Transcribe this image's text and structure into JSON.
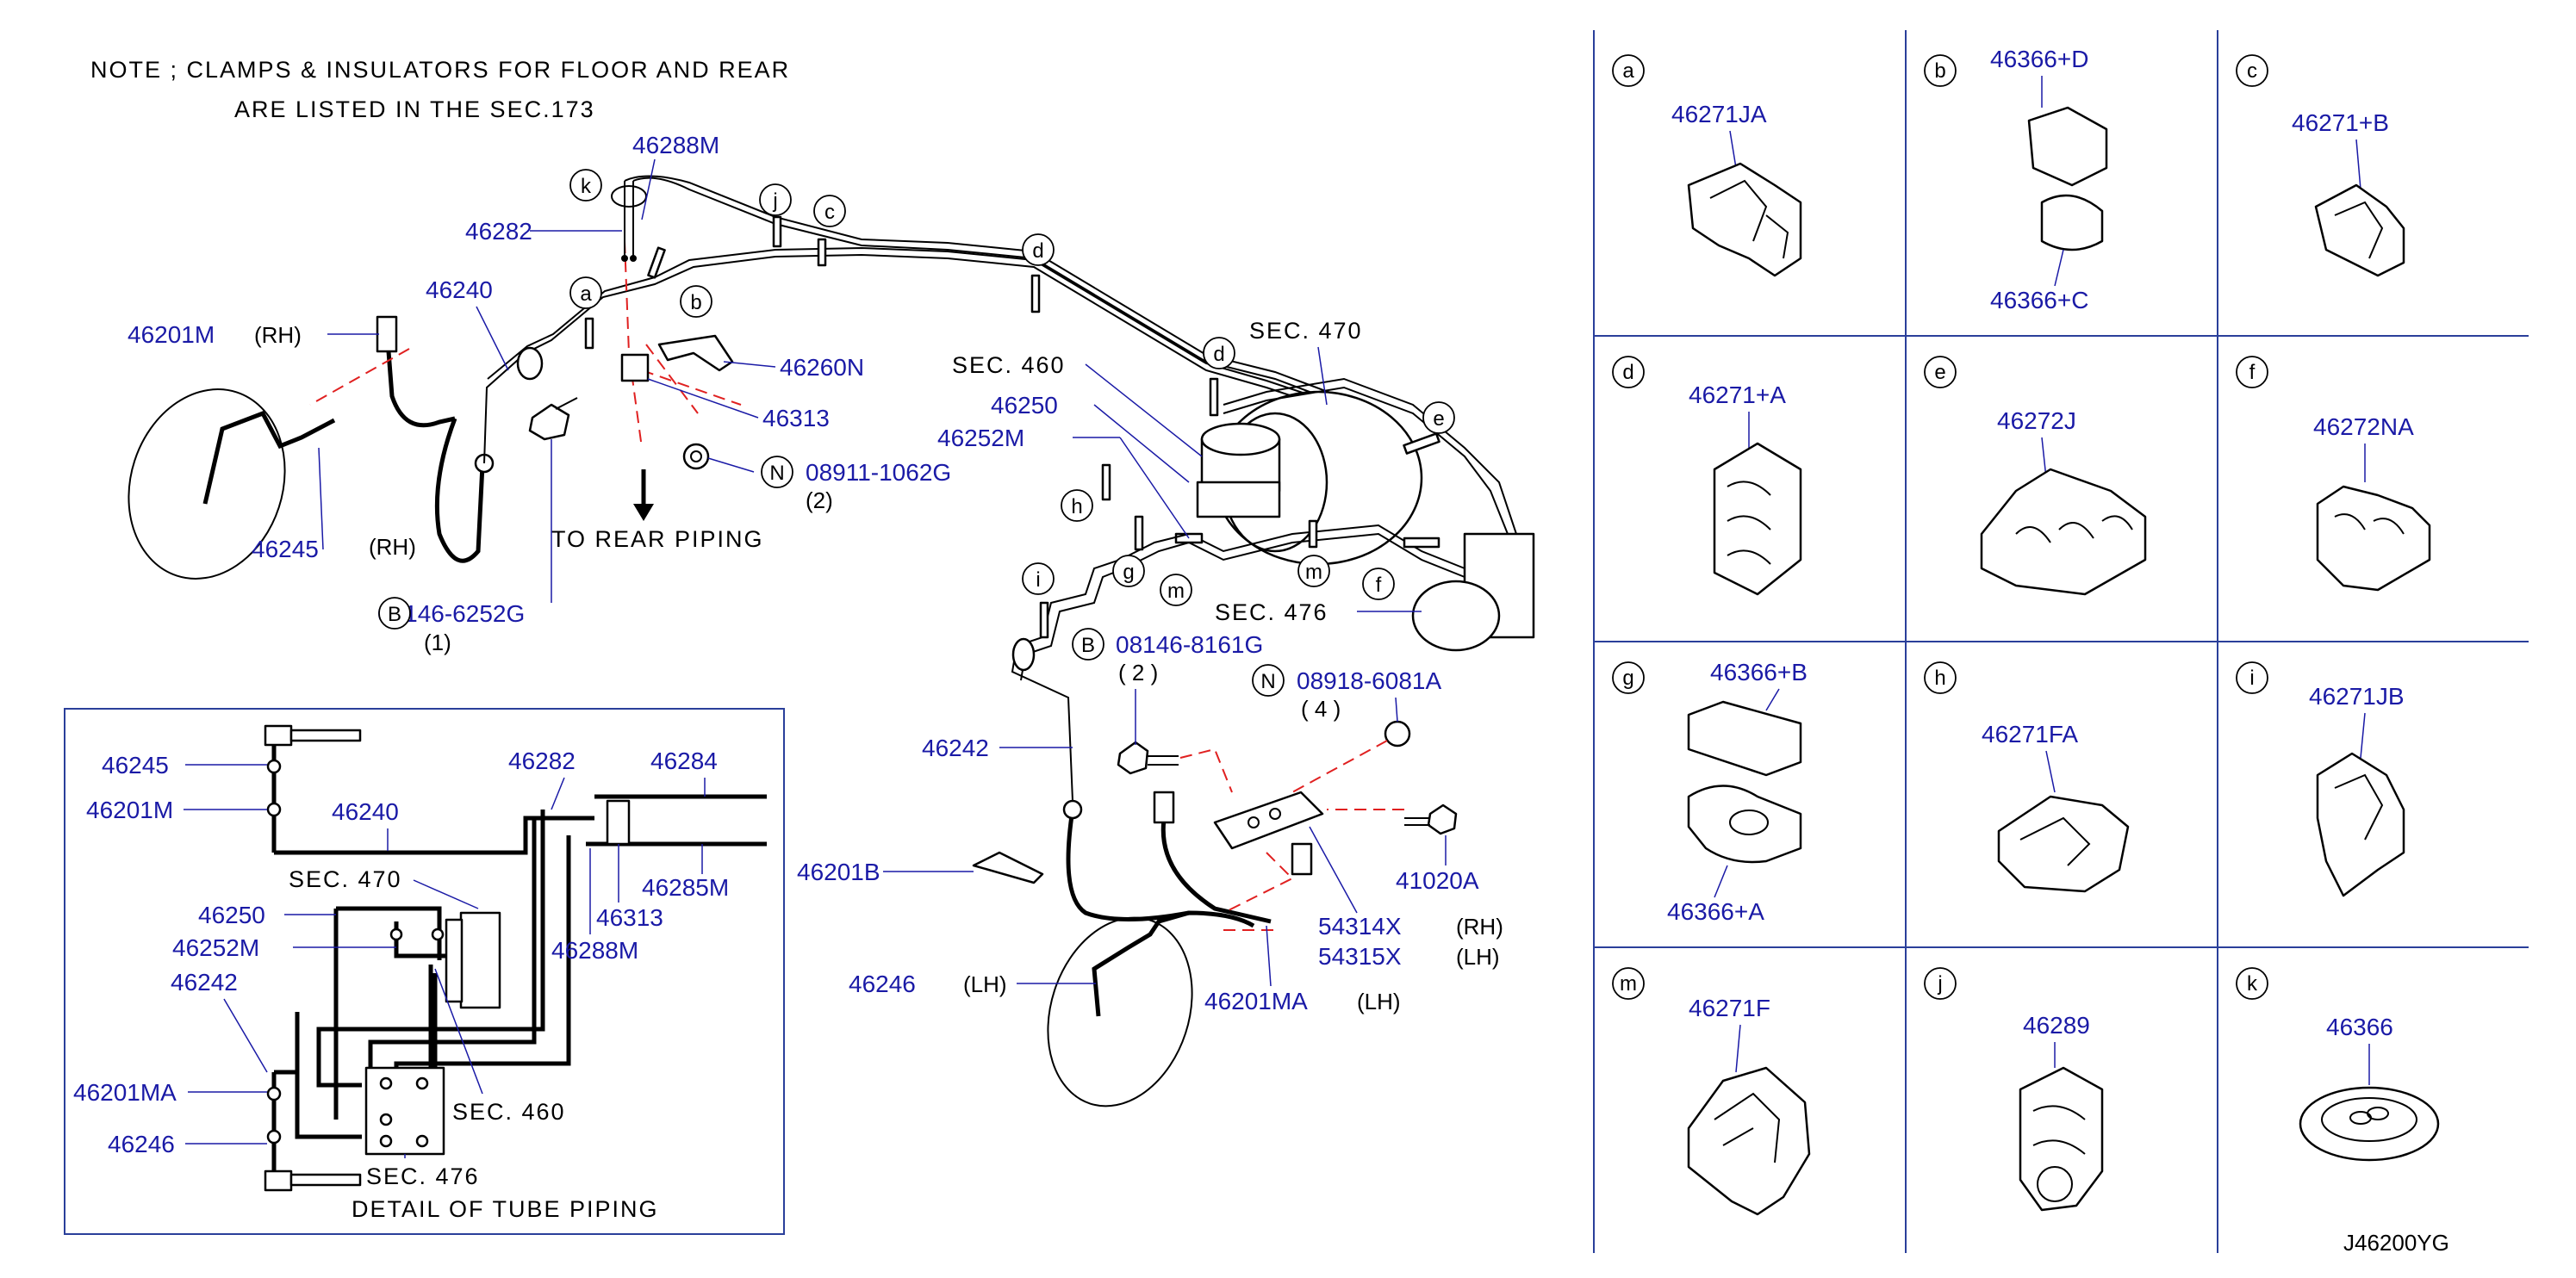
{
  "note": {
    "line1": "NOTE ; CLAMPS & INSULATORS FOR FLOOR AND REAR",
    "line2": "ARE LISTED IN THE SEC.173"
  },
  "main_labels": {
    "p46288M": "46288M",
    "p46282": "46282",
    "p46240": "46240",
    "p46201M": "46201M",
    "rh1": "(RH)",
    "p46260N": "46260N",
    "p46313": "46313",
    "n08911": "08911-1062G",
    "qty2a": "(2)",
    "p46245": "46245",
    "rh2": "(RH)",
    "to_rear": "TO REAR PIPING",
    "b08146_6252": "08146-6252G",
    "qty1": "(1)",
    "sec470": "SEC. 470",
    "sec460": "SEC. 460",
    "p46250": "46250",
    "p46252M": "46252M",
    "sec476": "SEC. 476",
    "b08146_8161": "08146-8161G",
    "qty2b": "( 2 )",
    "n08918": "08918-6081A",
    "qty4": "( 4 )",
    "p46242": "46242",
    "p46201B": "46201B",
    "p41020A": "41020A",
    "p54314X": "54314X",
    "rh3": "(RH)",
    "p54315X": "54315X",
    "lh1": "(LH)",
    "p46246": "46246",
    "lh2": "(LH)",
    "p46201MA": "46201MA",
    "lh3": "(LH)"
  },
  "callout_letters": {
    "a": "a",
    "b": "b",
    "c": "c",
    "d": "d",
    "e": "e",
    "f": "f",
    "g": "g",
    "h": "h",
    "i": "i",
    "j": "j",
    "k": "k",
    "m": "m",
    "B": "B",
    "N": "N"
  },
  "detail": {
    "p46245": "46245",
    "p46201M": "46201M",
    "p46240": "46240",
    "p46282": "46282",
    "p46284": "46284",
    "sec470": "SEC. 470",
    "p46285M": "46285M",
    "p46313": "46313",
    "p46250": "46250",
    "p46252M": "46252M",
    "p46288M": "46288M",
    "p46242": "46242",
    "p46201MA": "46201MA",
    "sec460": "SEC. 460",
    "p46246": "46246",
    "sec476": "SEC. 476",
    "caption": "DETAIL OF TUBE PIPING"
  },
  "parts_grid": [
    {
      "letter": "a",
      "parts": [
        "46271JA"
      ]
    },
    {
      "letter": "b",
      "parts": [
        "46366+D",
        "46366+C"
      ]
    },
    {
      "letter": "c",
      "parts": [
        "46271+B"
      ]
    },
    {
      "letter": "d",
      "parts": [
        "46271+A"
      ]
    },
    {
      "letter": "e",
      "parts": [
        "46272J"
      ]
    },
    {
      "letter": "f",
      "parts": [
        "46272NA"
      ]
    },
    {
      "letter": "g",
      "parts": [
        "46366+B",
        "46366+A"
      ]
    },
    {
      "letter": "h",
      "parts": [
        "46271FA"
      ]
    },
    {
      "letter": "i",
      "parts": [
        "46271JB"
      ]
    },
    {
      "letter": "m",
      "parts": [
        "46271F"
      ]
    },
    {
      "letter": "j",
      "parts": [
        "46289"
      ]
    },
    {
      "letter": "k",
      "parts": [
        "46366"
      ]
    }
  ],
  "drawing_code": "J46200YG",
  "colors": {
    "label": "#1a1aa6",
    "leader_red": "#e02020",
    "grid": "#2a3f9a"
  }
}
